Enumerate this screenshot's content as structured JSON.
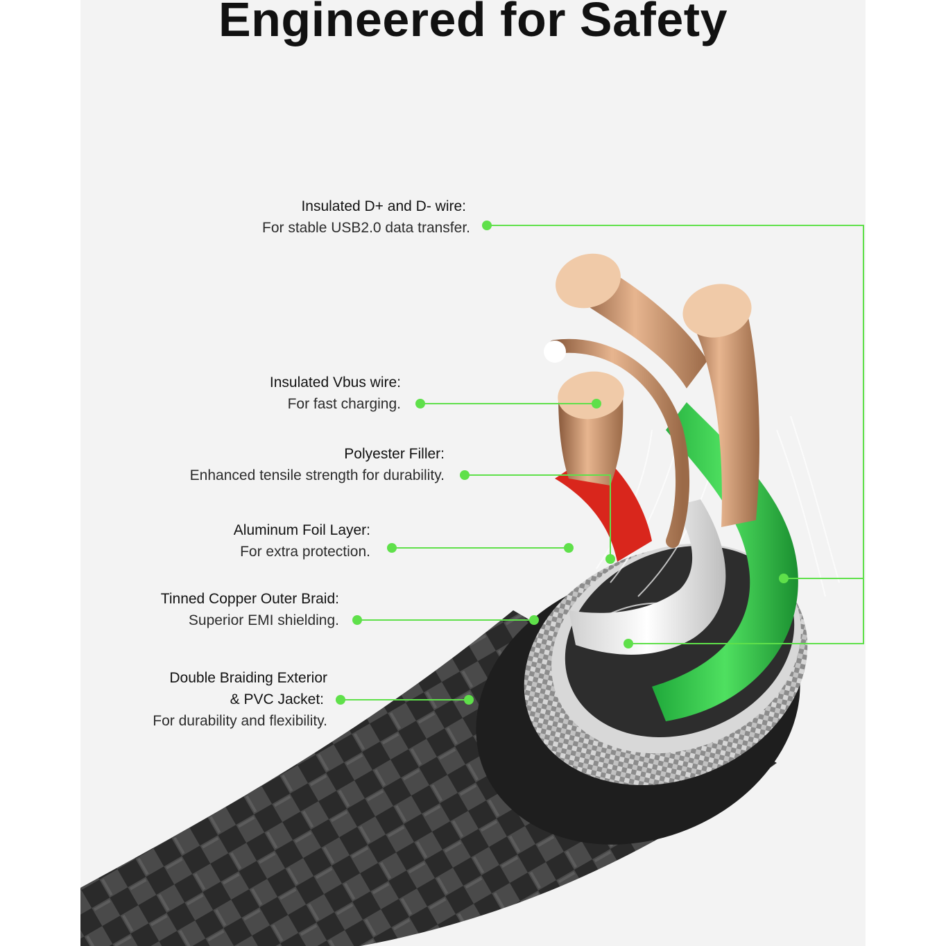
{
  "title": "Engineered for Safety",
  "accent_color": "#5fe04a",
  "callouts": [
    {
      "heading": "Insulated D+ and D- wire:",
      "desc": "For stable USB2.0 data transfer."
    },
    {
      "heading": "Insulated Vbus wire:",
      "desc": "For fast charging."
    },
    {
      "heading": "Polyester Filler:",
      "desc": "Enhanced tensile strength for durability."
    },
    {
      "heading": "Aluminum Foil Layer:",
      "desc": "For extra protection."
    },
    {
      "heading": "Tinned Copper Outer Braid:",
      "desc": "Superior EMI shielding."
    },
    {
      "heading": "Double Braiding Exterior",
      "heading2": "& PVC Jacket:",
      "desc": "For durability and flexibility."
    }
  ]
}
